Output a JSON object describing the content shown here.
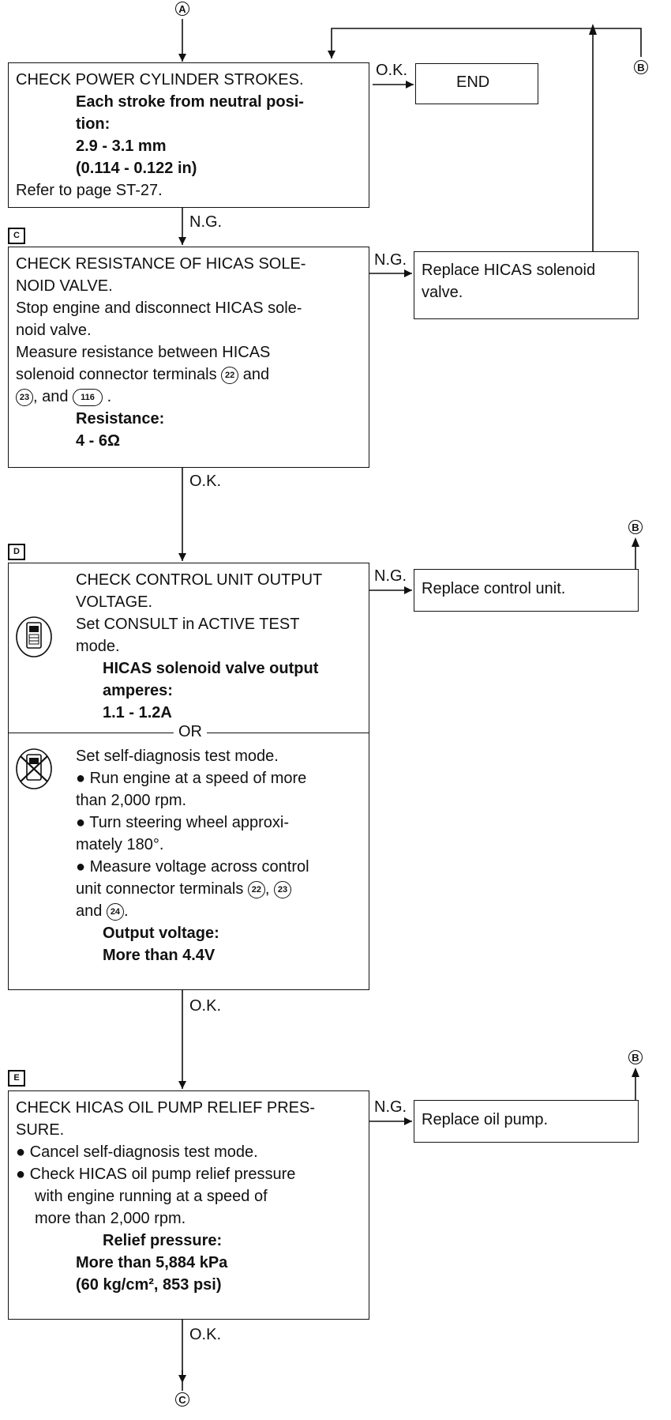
{
  "connectors": {
    "A": "A",
    "B": "B",
    "C": "C"
  },
  "step_tags": {
    "C": "C",
    "D": "D",
    "E": "E"
  },
  "labels": {
    "ok": "O.K.",
    "ng": "N.G.",
    "or": "OR"
  },
  "step_b": {
    "lines": [
      "CHECK POWER CYLINDER STROKES.",
      "Each stroke from neutral posi-",
      "tion:",
      "2.9 - 3.1 mm",
      "(0.114 - 0.122 in)",
      "Refer to page ST-27."
    ],
    "end": "END"
  },
  "step_c": {
    "lines": [
      "CHECK RESISTANCE OF HICAS SOLE-",
      "NOID VALVE.",
      "Stop engine and disconnect HICAS sole-",
      "noid valve.",
      "Measure resistance between HICAS",
      "solenoid connector terminals",
      "and",
      ", and",
      ".",
      "Resistance:",
      "4 - 6Ω"
    ],
    "terminals": [
      "22",
      "23",
      "116"
    ],
    "ng_action": [
      "Replace HICAS solenoid",
      "valve."
    ]
  },
  "step_d": {
    "lines": [
      "CHECK CONTROL UNIT OUTPUT",
      "VOLTAGE.",
      "Set CONSULT in ACTIVE TEST",
      "mode.",
      "HICAS solenoid valve output",
      "amperes:",
      "1.1 - 1.2A"
    ],
    "lines2": [
      "Set self-diagnosis test mode.",
      "● Run engine at a speed of more",
      "than 2,000 rpm.",
      "● Turn steering wheel approxi-",
      "mately 180°.",
      "● Measure voltage across control",
      "unit connector terminals",
      ",",
      "and",
      ".",
      "Output voltage:",
      "More than 4.4V"
    ],
    "terminals": [
      "22",
      "23",
      "24"
    ],
    "ng_action": "Replace control unit."
  },
  "step_e": {
    "lines": [
      "CHECK HICAS OIL PUMP RELIEF PRES-",
      "SURE.",
      "● Cancel self-diagnosis test mode.",
      "● Check HICAS oil pump relief pressure",
      "with engine running at a speed of",
      "more than 2,000 rpm.",
      "Relief pressure:",
      "More than 5,884 kPa",
      "(60 kg/cm², 853 psi)"
    ],
    "ng_action": "Replace oil pump."
  }
}
